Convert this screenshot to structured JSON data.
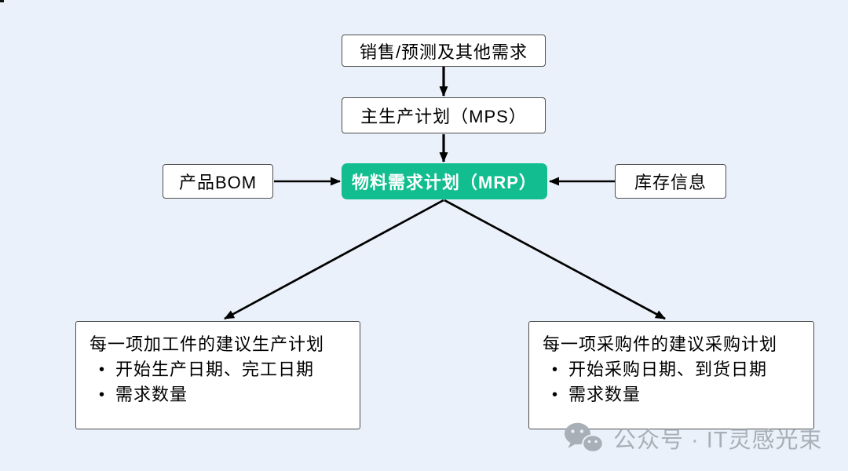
{
  "diagram": {
    "nodes": {
      "sales": {
        "label": "销售/预测及其他需求"
      },
      "mps": {
        "label": "主生产计划（MPS）"
      },
      "mrp": {
        "label": "物料需求计划（MRP）"
      },
      "bom": {
        "label": "产品BOM"
      },
      "inventory": {
        "label": "库存信息"
      },
      "production_plan": {
        "title": "每一项加工件的建议生产计划",
        "bullets": [
          "开始生产日期、完工日期",
          "需求数量"
        ]
      },
      "purchase_plan": {
        "title": "每一项采购件的建议采购计划",
        "bullets": [
          "开始采购日期、到货日期",
          "需求数量"
        ]
      }
    },
    "bullet_char": "•",
    "edges": [
      "sales->mps",
      "mps->mrp",
      "bom->mrp",
      "inventory->mrp",
      "mrp->production_plan",
      "mrp->purchase_plan"
    ],
    "colors": {
      "background": "#EBF1FA",
      "node_fill": "#FFFFFF",
      "node_border": "#4D4D4D",
      "mrp_fill": "#12BE90",
      "mrp_text": "#FFFFFF",
      "arrow": "#000000",
      "watermark": "#A9AFB6"
    }
  },
  "watermark": {
    "icon": "wechat-icon",
    "text": "公众号 · IT灵感光束"
  }
}
